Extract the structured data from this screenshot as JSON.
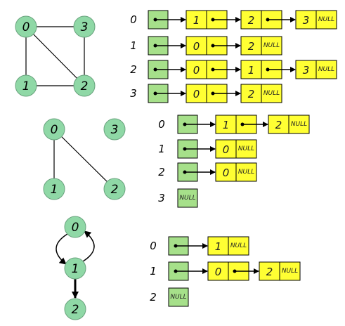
{
  "colors": {
    "node_fill": "#8fd8a6",
    "head_fill": "#a6e08a",
    "cell_fill": "#ffff33",
    "stroke": "#000000"
  },
  "null_text": "NULL",
  "graphs": [
    {
      "name": "undirected",
      "nodes": [
        {
          "id": "0",
          "label": "0"
        },
        {
          "id": "3",
          "label": "3"
        },
        {
          "id": "1",
          "label": "1"
        },
        {
          "id": "2",
          "label": "2"
        }
      ],
      "edges": [
        {
          "from": "0",
          "to": "3",
          "directed": false
        },
        {
          "from": "0",
          "to": "1",
          "directed": false
        },
        {
          "from": "0",
          "to": "2",
          "directed": false
        },
        {
          "from": "3",
          "to": "2",
          "directed": false
        },
        {
          "from": "1",
          "to": "2",
          "directed": false
        }
      ],
      "adjacency": [
        {
          "vertex": "0",
          "list": [
            "1",
            "2",
            "3"
          ]
        },
        {
          "vertex": "1",
          "list": [
            "0",
            "2"
          ]
        },
        {
          "vertex": "2",
          "list": [
            "0",
            "1",
            "3"
          ]
        },
        {
          "vertex": "3",
          "list": [
            "0",
            "2"
          ]
        }
      ]
    },
    {
      "name": "tree",
      "nodes": [
        {
          "id": "0",
          "label": "0"
        },
        {
          "id": "3",
          "label": "3"
        },
        {
          "id": "1",
          "label": "1"
        },
        {
          "id": "2",
          "label": "2"
        }
      ],
      "edges": [
        {
          "from": "0",
          "to": "1",
          "directed": false
        },
        {
          "from": "0",
          "to": "2",
          "directed": false
        }
      ],
      "adjacency": [
        {
          "vertex": "0",
          "list": [
            "1",
            "2"
          ]
        },
        {
          "vertex": "1",
          "list": [
            "0"
          ]
        },
        {
          "vertex": "2",
          "list": [
            "0"
          ]
        },
        {
          "vertex": "3",
          "list": []
        }
      ]
    },
    {
      "name": "directed",
      "nodes": [
        {
          "id": "0",
          "label": "0"
        },
        {
          "id": "1",
          "label": "1"
        },
        {
          "id": "2",
          "label": "2"
        }
      ],
      "edges": [
        {
          "from": "0",
          "to": "1",
          "directed": true
        },
        {
          "from": "1",
          "to": "0",
          "directed": true
        },
        {
          "from": "1",
          "to": "2",
          "directed": true
        }
      ],
      "adjacency": [
        {
          "vertex": "0",
          "list": [
            "1"
          ]
        },
        {
          "vertex": "1",
          "list": [
            "0",
            "2"
          ]
        },
        {
          "vertex": "2",
          "list": []
        }
      ]
    }
  ]
}
